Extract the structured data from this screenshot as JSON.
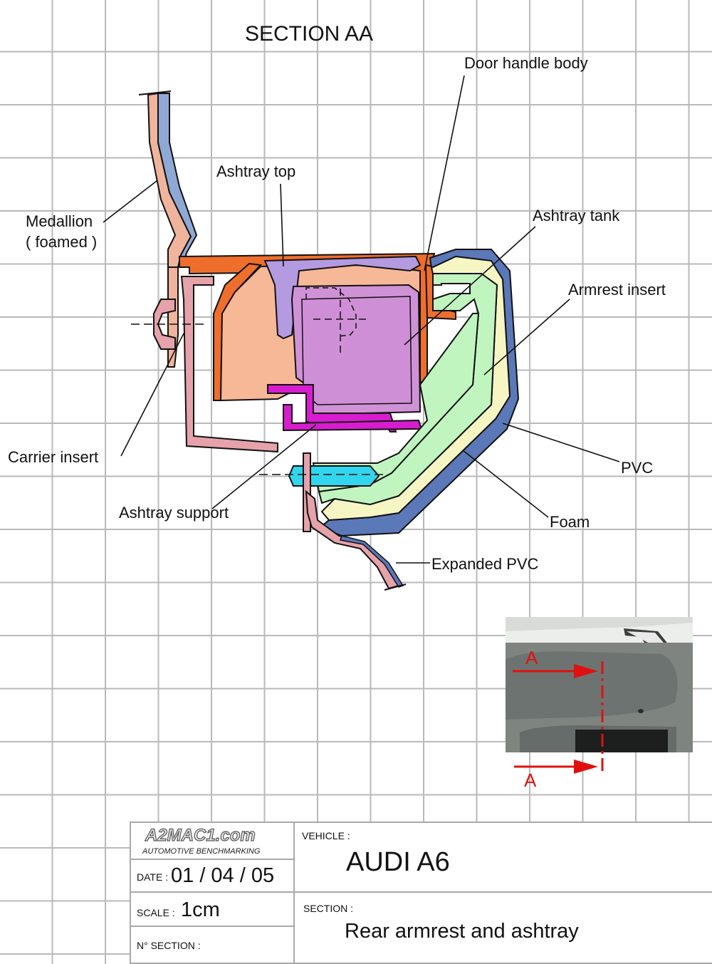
{
  "title": "SECTION AA",
  "labels": {
    "door_handle_body": "Door handle body",
    "ashtray_top": "Ashtray top",
    "ashtray_tank": "Ashtray tank",
    "medallion_line1": "Medallion",
    "medallion_line2": "( foamed )",
    "armrest_insert": "Armrest insert",
    "carrier_insert": "Carrier insert",
    "pvc": "PVC",
    "ashtray_support": "Ashtray support",
    "foam": "Foam",
    "expanded_pvc": "Expanded PVC"
  },
  "photo": {
    "marker_top": "A",
    "marker_bottom": "A"
  },
  "colors": {
    "pvc_outer": "#5b78b8",
    "foam": "#f6f5c4",
    "armrest_insert": "#c0f5bf",
    "ashtray_top": "#b49ae0",
    "ashtray_tank": "#cf8fd6",
    "ashtray_support": "#d81ccf",
    "orange_carrier": "#ef6e2c",
    "peach": "#f6b896",
    "carrier_insert": "#e0a0a8",
    "clip": "#31d6ee",
    "section_arrows": "#e01010"
  },
  "titleblock": {
    "logo": "A2MAC1.com",
    "logo_sub": "AUTOMOTIVE BENCHMARKING",
    "date_label": "DATE :",
    "date_value": "01 / 04 / 05",
    "scale_label": "SCALE :",
    "scale_value": "1cm",
    "nsection_label": "N° SECTION :",
    "vehicle_label": "VEHICLE :",
    "vehicle_value": "AUDI A6",
    "section_label": "SECTION :",
    "section_value": "Rear armrest and ashtray"
  }
}
